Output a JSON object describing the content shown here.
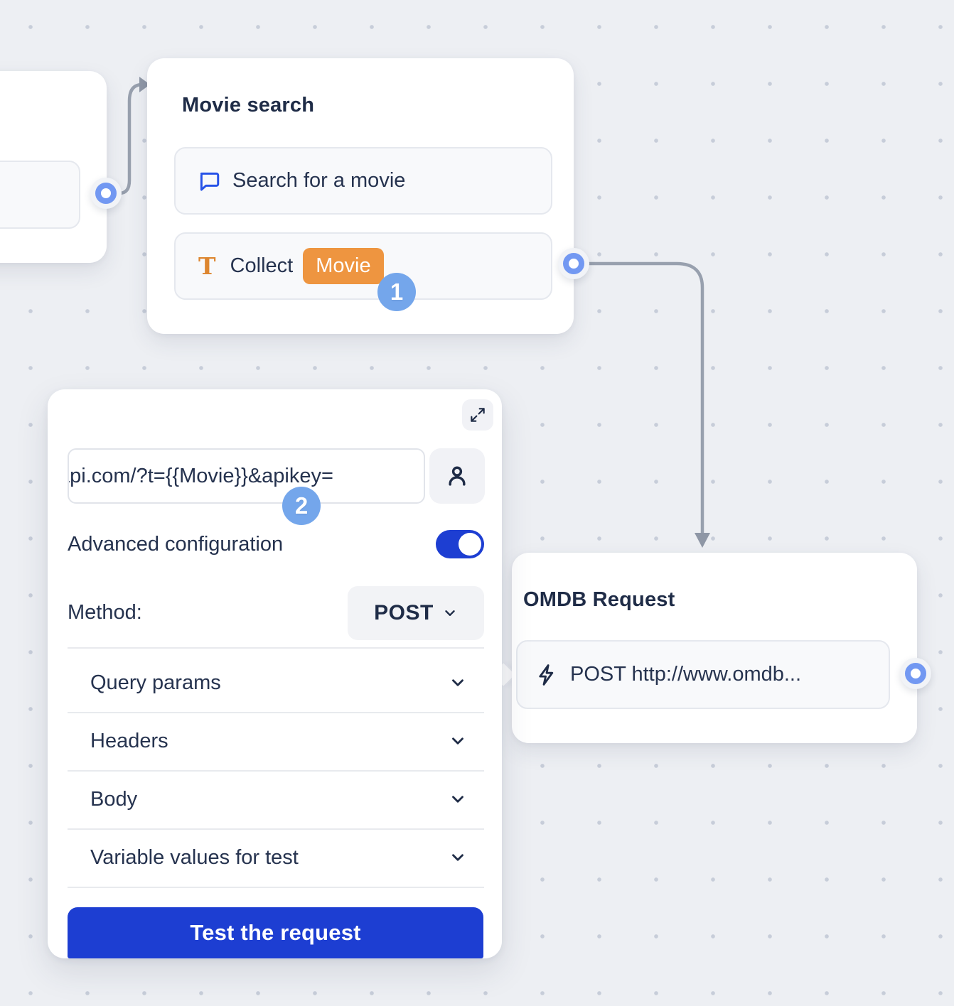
{
  "canvas": {
    "background": "#edeff3",
    "dot_color": "#c7cdd9",
    "wire_color": "#98a0ae"
  },
  "colors": {
    "accent_blue": "#1d3ed2",
    "port_blue": "#7298f2",
    "step_badge_blue": "#74a6eb",
    "variable_orange": "#ee9540",
    "text_navy": "#1f2c47"
  },
  "nodes": {
    "movie_search": {
      "title": "Movie search",
      "rows": [
        {
          "icon": "chat-bubble-icon",
          "label": "Search for a movie"
        },
        {
          "icon": "text-input-icon",
          "label": "Collect",
          "variable_badge": "Movie"
        }
      ],
      "step_badge": "1"
    },
    "omdb_request": {
      "title": "OMDB Request",
      "row": {
        "icon": "lightning-bolt-icon",
        "label": "POST http://www.omdb..."
      }
    }
  },
  "panel": {
    "expand_icon": "expand-icon",
    "url_input": {
      "value": "api.com/?t={{Movie}}&apikey="
    },
    "person_button_icon": "person-icon",
    "step_badge": "2",
    "advanced_configuration_label": "Advanced configuration",
    "advanced_configuration_on": true,
    "method_label": "Method:",
    "method_value": "POST",
    "sections": [
      {
        "label": "Query params"
      },
      {
        "label": "Headers"
      },
      {
        "label": "Body"
      },
      {
        "label": "Variable values for test"
      }
    ],
    "test_button_label": "Test the request"
  }
}
